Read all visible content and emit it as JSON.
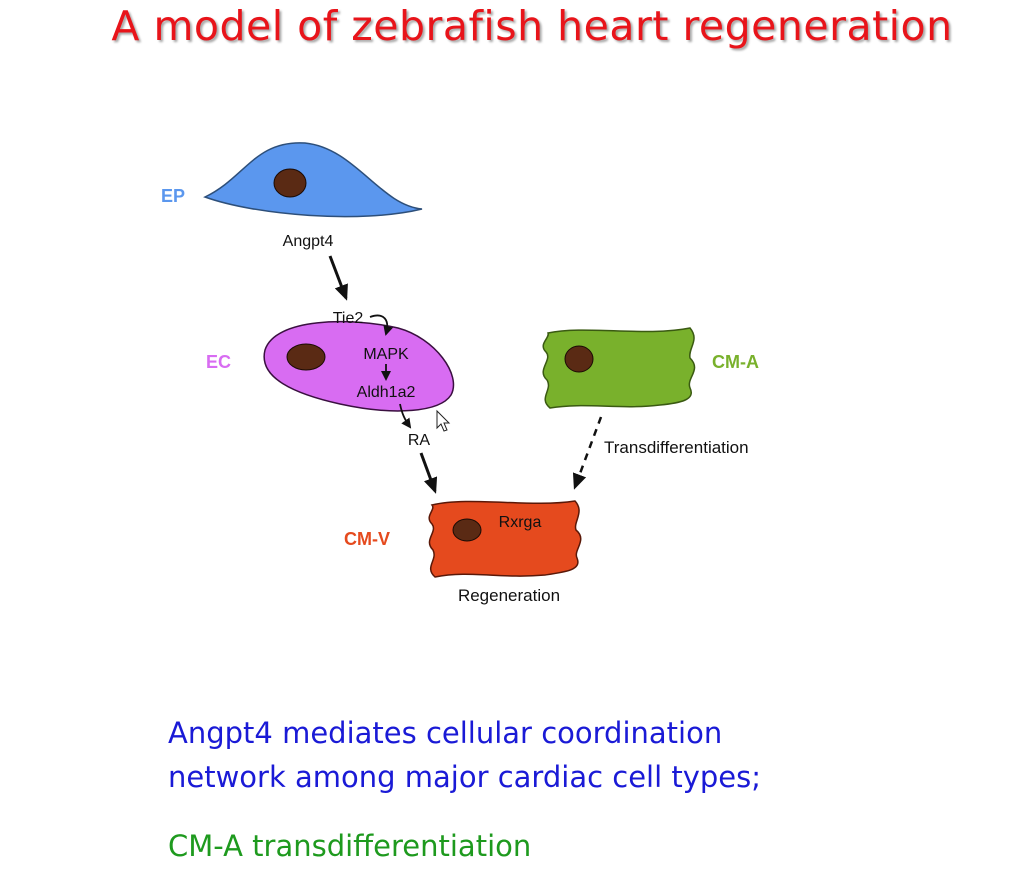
{
  "title": "A model of zebrafish heart regeneration",
  "colors": {
    "title": "#e8141a",
    "ep_cell": "#5b97ee",
    "ec_cell": "#d86cf2",
    "cma_cell": "#79b12c",
    "cmv_cell": "#e54a1e",
    "nucleus": "#5a2a14",
    "caption_blue": "#1a1ad6",
    "caption_green": "#1e9a1e"
  },
  "diagram": {
    "cells": {
      "ep": "EP",
      "ec": "EC",
      "cma": "CM-A",
      "cmv": "CM-V"
    },
    "molecules": {
      "angpt4": "Angpt4",
      "tie2": "Tie2",
      "mapk": "MAPK",
      "aldh1a2": "Aldh1a2",
      "ra": "RA",
      "rxrga": "Rxrga"
    },
    "processes": {
      "transdifferentiation": "Transdifferentiation",
      "regeneration": "Regeneration"
    }
  },
  "captions": {
    "line1": "Angpt4 mediates cellular coordination",
    "line2": "network among major cardiac cell types;",
    "line3": "CM-A transdifferentiation"
  }
}
